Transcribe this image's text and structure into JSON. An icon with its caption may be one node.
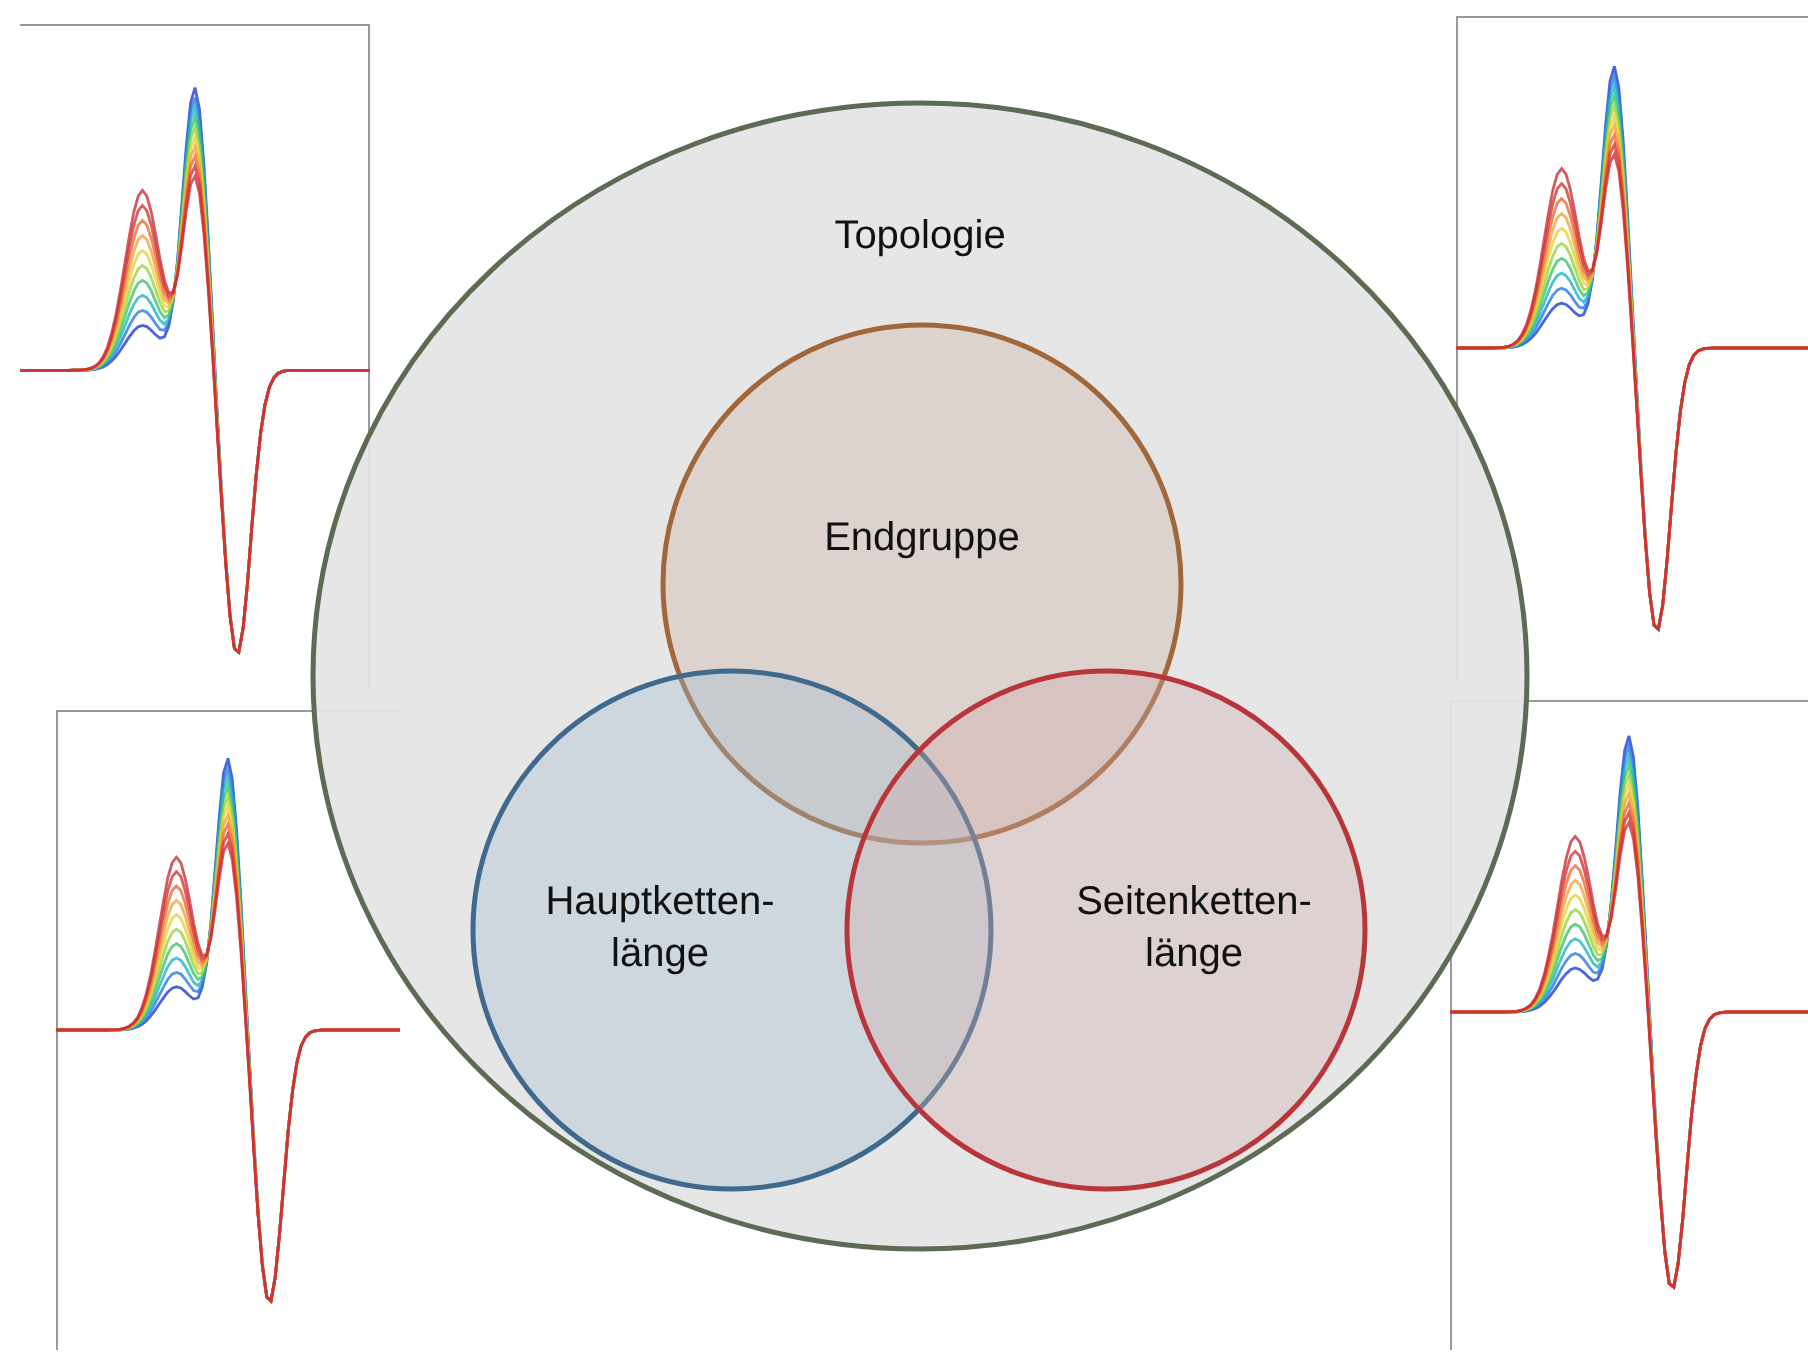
{
  "diagram": {
    "nodes": [
      {
        "text": [
          "Topologie"
        ]
      },
      {
        "text": [
          "Endgruppe"
        ],
        "in": 0
      },
      {
        "text": [
          "Hauptketten- länge"
        ],
        "in": 0
      },
      {
        "text": [
          "Seitenketten- länge"
        ],
        "in": 0
      }
    ]
  }
}
